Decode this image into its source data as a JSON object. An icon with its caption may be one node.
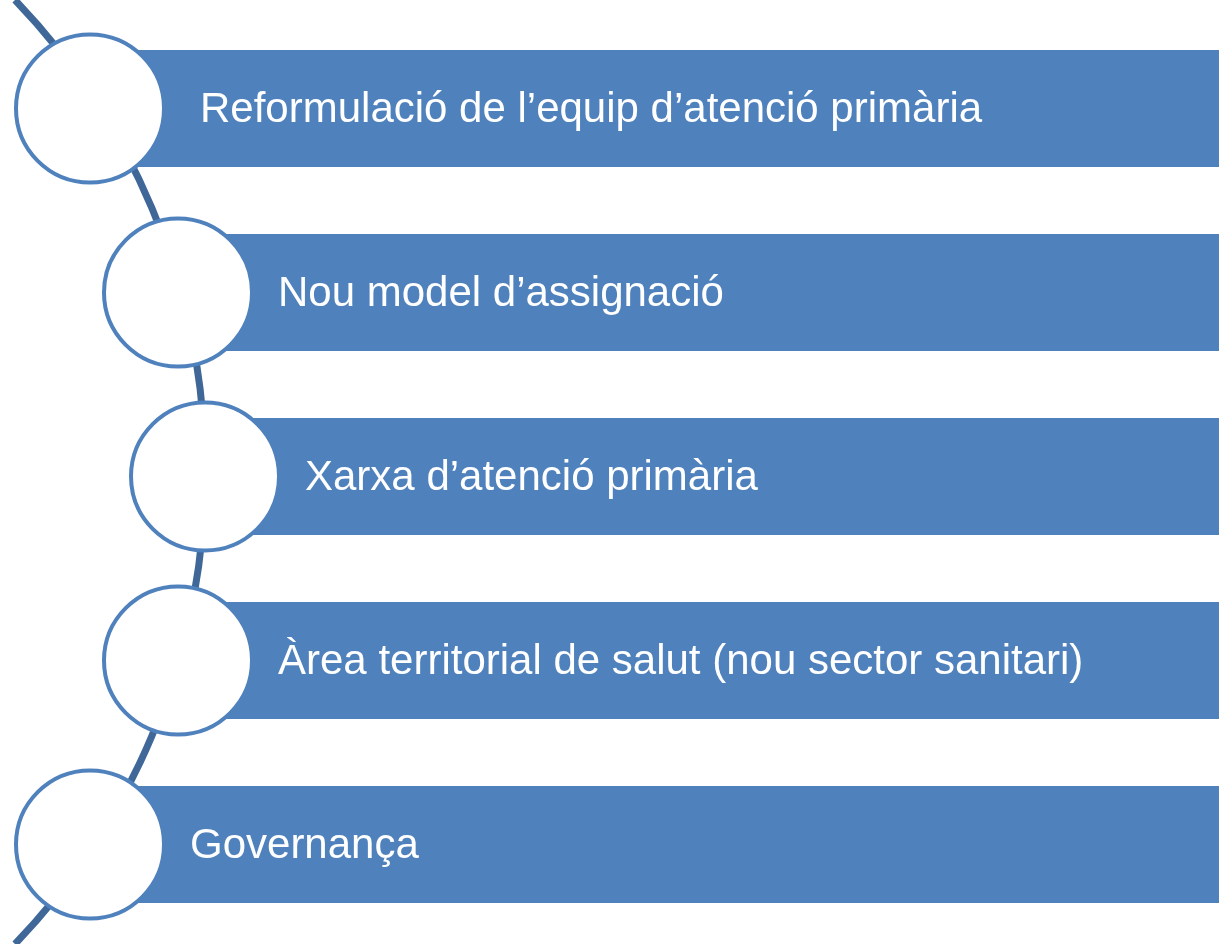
{
  "diagram": {
    "nodes": [
      {
        "text": [
          "Reformulació de l’equip d’atenció primària"
        ]
      },
      {
        "text": [
          "Nou model d’assignació"
        ]
      },
      {
        "text": [
          "Xarxa d’atenció primària"
        ]
      },
      {
        "text": [
          "Àrea territorial de salut (nou sector sanitari)"
        ]
      },
      {
        "text": [
          "Governança"
        ]
      },
      {
        "text": [],
        "shape": "circle"
      },
      {
        "text": [],
        "shape": "circle"
      },
      {
        "text": [],
        "shape": "circle"
      },
      {
        "text": [],
        "shape": "circle"
      },
      {
        "text": [],
        "shape": "circle"
      }
    ]
  }
}
